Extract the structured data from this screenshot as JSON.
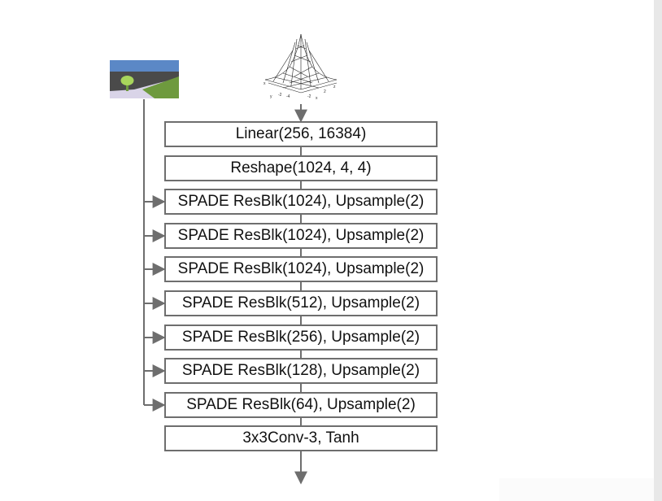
{
  "blocks": [
    {
      "id": "linear",
      "label": "Linear(256, 16384)"
    },
    {
      "id": "reshape",
      "label": "Reshape(1024, 4, 4)"
    },
    {
      "id": "spade-1024-a",
      "label": "SPADE ResBlk(1024), Upsample(2)"
    },
    {
      "id": "spade-1024-b",
      "label": "SPADE ResBlk(1024), Upsample(2)"
    },
    {
      "id": "spade-1024-c",
      "label": "SPADE ResBlk(1024), Upsample(2)"
    },
    {
      "id": "spade-512",
      "label": "SPADE ResBlk(512), Upsample(2)"
    },
    {
      "id": "spade-256",
      "label": "SPADE ResBlk(256), Upsample(2)"
    },
    {
      "id": "spade-128",
      "label": "SPADE ResBlk(128), Upsample(2)"
    },
    {
      "id": "spade-64",
      "label": "SPADE ResBlk(64), Upsample(2)"
    },
    {
      "id": "conv-out",
      "label": "3x3Conv-3, Tanh"
    }
  ],
  "colors": {
    "wire": "#6e6e6e",
    "map_sky": "#5b88c6",
    "map_ground": "#d9d4e8",
    "map_hill": "#6e9a3e",
    "map_road": "#4a4a4a",
    "map_tree": "#a8d55c"
  }
}
